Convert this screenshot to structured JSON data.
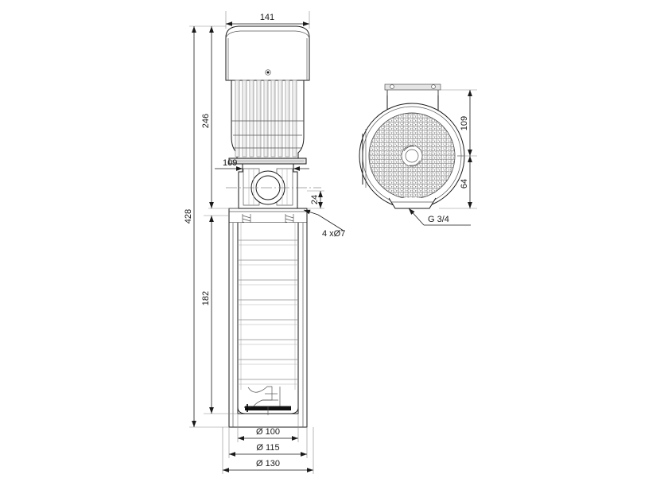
{
  "drawing": {
    "title": "Vertical multistage pump dimensional drawing",
    "units": "mm",
    "line_color": "#1a1a1a",
    "background": "#ffffff",
    "views": [
      {
        "name": "front-elevation",
        "label": ""
      },
      {
        "name": "top-end-view",
        "label": ""
      }
    ]
  },
  "dimensions": {
    "motor_width": "141",
    "motor_height": "246",
    "bracket_offset": "109",
    "overall_height": "428",
    "flange_thickness": "24",
    "chamber_height": "182",
    "bolt_circle_note": "4 xØ7",
    "bore_diameter": "Ø 100",
    "bolt_circle_diameter": "Ø 115",
    "flange_diameter": "Ø 130",
    "end_view_top": "109",
    "end_view_bottom": "64",
    "port_thread": "G 3/4"
  },
  "labels": {
    "d141": "141",
    "d246": "246",
    "d109_left": "109",
    "d428": "428",
    "d24": "24",
    "d182": "182",
    "d4xo7": "4 xØ7",
    "d_o100": "Ø 100",
    "d_o115": "Ø 115",
    "d_o130": "Ø 130",
    "d109_right": "109",
    "d64": "64",
    "g34": "G 3/4"
  }
}
